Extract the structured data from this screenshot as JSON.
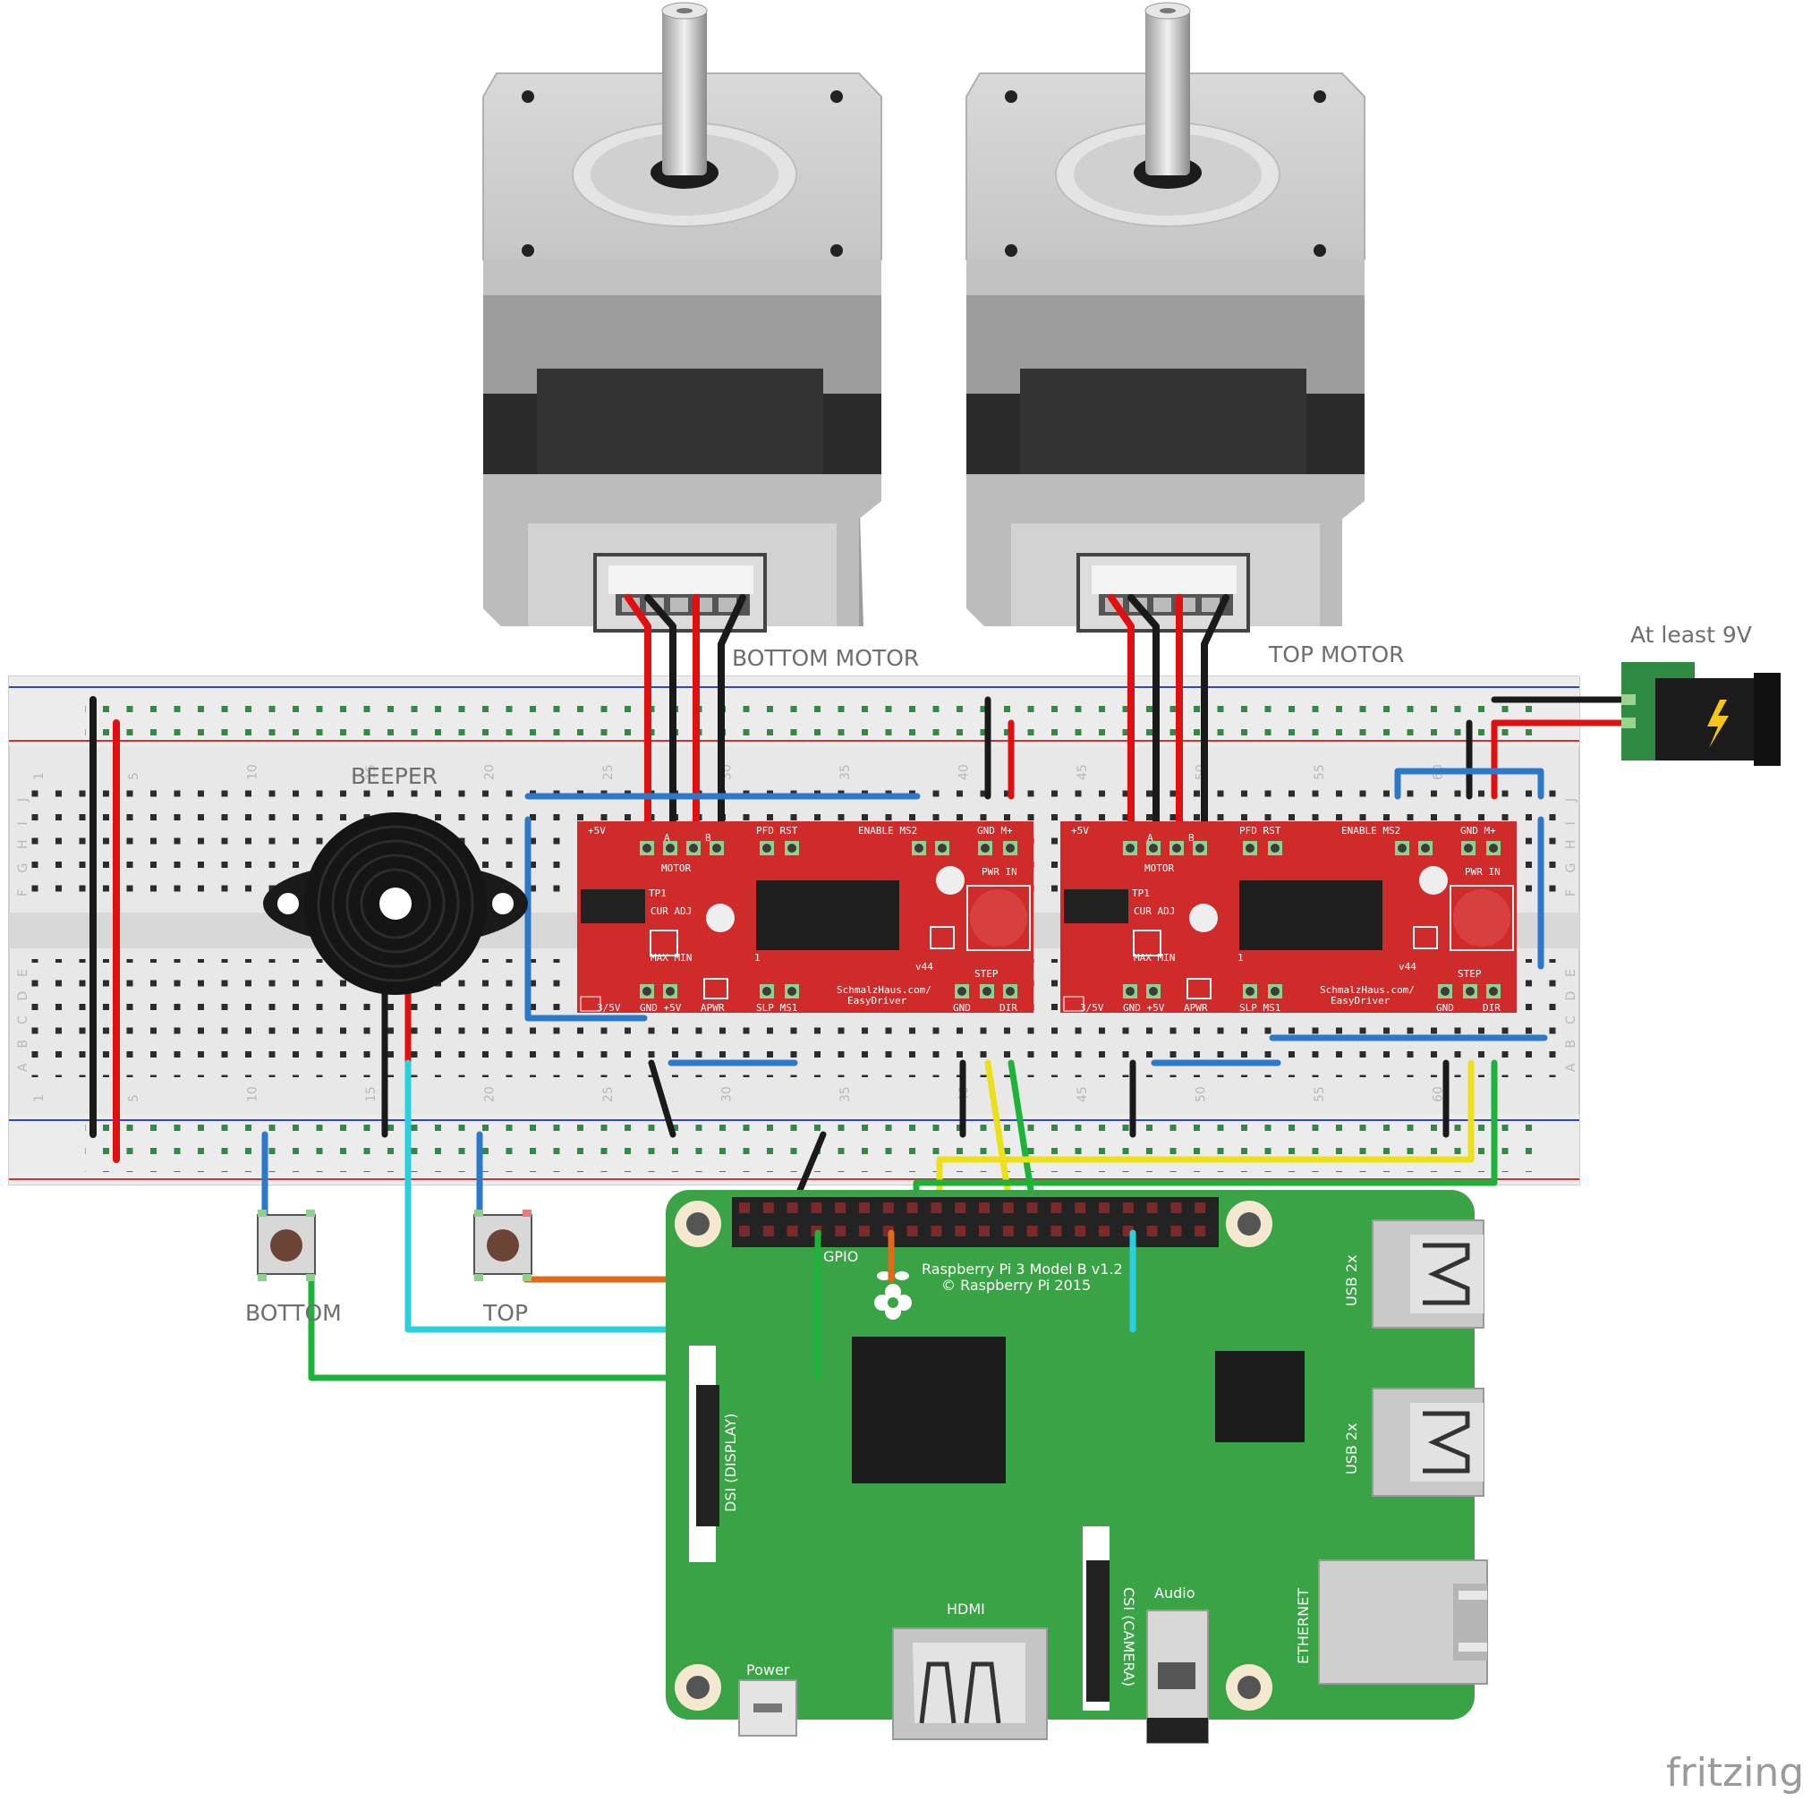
{
  "labels": {
    "bottom_motor": "BOTTOM MOTOR",
    "top_motor": "TOP MOTOR",
    "power_req": "At least 9V",
    "beeper": "BEEPER",
    "btn_bottom": "BOTTOM",
    "btn_top": "TOP",
    "brand": "fritzing"
  },
  "driver": {
    "title": "TP1",
    "motor": "MOTOR",
    "plus5v": "+5V",
    "pfd_rst": "PFD RST",
    "enable_ms2": "ENABLE MS2",
    "gnd_m": "GND M+",
    "pwr_in": "PWR IN",
    "cur_adj": "CUR ADJ",
    "max_min": "MAX  MIN",
    "v44": "v44",
    "step": "STEP",
    "gnd": "GND",
    "dir": "DIR",
    "url1": "SchmalzHaus.com/",
    "url2": "EasyDriver",
    "v35": "3/5V",
    "gnd5v": "GND +5V",
    "apwr": "APWR",
    "slp_ms1": "SLP MS1",
    "a": "A",
    "b": "B",
    "one": "1"
  },
  "breadboard": {
    "col_numbers": [
      "1",
      "5",
      "10",
      "15",
      "20",
      "25",
      "30",
      "35",
      "40",
      "45",
      "50",
      "55",
      "60"
    ],
    "row_letters_top": [
      "J",
      "I",
      "H",
      "G",
      "F"
    ],
    "row_letters_bottom": [
      "E",
      "D",
      "C",
      "B",
      "A"
    ]
  },
  "pi": {
    "model": "Raspberry Pi 3 Model B v1.2",
    "copyright": "© Raspberry Pi 2015",
    "gpio": "GPIO",
    "usb1": "USB 2x",
    "usb2": "USB 2x",
    "ethernet": "ETHERNET",
    "dsi": "DSI (DISPLAY)",
    "csi": "CSI (CAMERA)",
    "audio": "Audio",
    "hdmi": "HDMI",
    "power": "Power"
  },
  "colors": {
    "pi_green": "#3aa346",
    "driver_red": "#cf2b2b",
    "wire_red": "#e01010",
    "wire_black": "#1a1a1a",
    "wire_blue": "#2e78c8",
    "wire_cyan": "#2ad0e0",
    "wire_green": "#1db33a",
    "wire_yellow": "#ede01a",
    "wire_orange": "#e06a18"
  }
}
